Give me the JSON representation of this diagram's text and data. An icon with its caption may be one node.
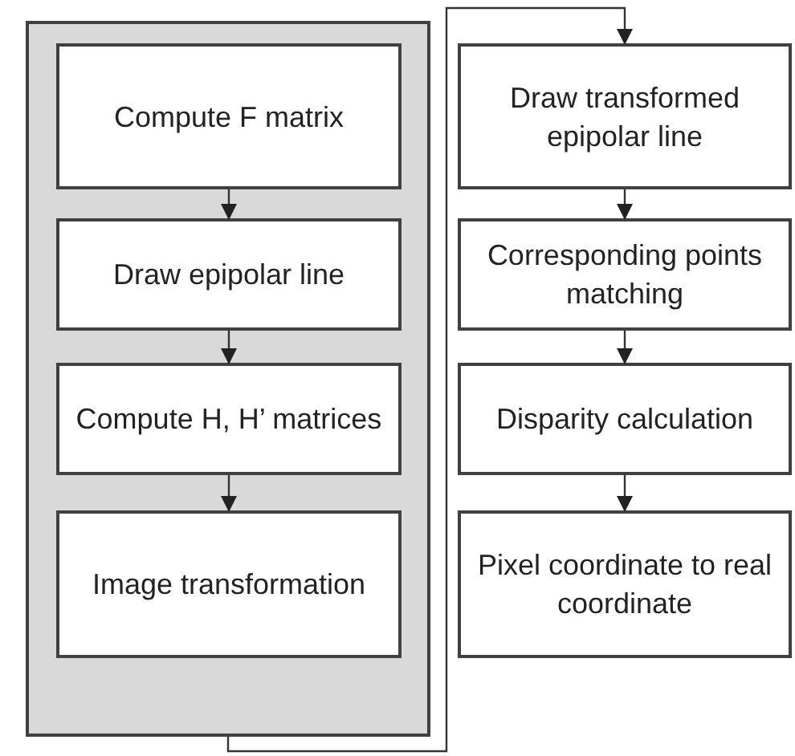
{
  "diagram": {
    "nodes": [
      {
        "text": [],
        "shape": "box"
      },
      {
        "text": [
          "Compute F matrix"
        ],
        "in": 0
      },
      {
        "text": [
          "Draw epipolar line"
        ],
        "in": 0
      },
      {
        "text": [
          "Compute H, H’ matrices"
        ],
        "in": 0
      },
      {
        "text": [
          "Image transformation"
        ],
        "in": 0
      },
      {
        "text": [
          "Draw transformed epipolar line"
        ]
      },
      {
        "text": [
          "Corresponding points matching"
        ]
      },
      {
        "text": [
          "Disparity calculation"
        ]
      },
      {
        "text": [
          "Pixel coordinate to real coordinate"
        ]
      }
    ],
    "edges": [
      {
        "from": 1,
        "to": 2,
        "arrow": "to"
      },
      {
        "from": 2,
        "to": 3,
        "arrow": "to"
      },
      {
        "from": 3,
        "to": 4,
        "arrow": "to"
      },
      {
        "from": 0,
        "to": 5,
        "arrow": "to"
      },
      {
        "from": 5,
        "to": 6,
        "arrow": "to"
      },
      {
        "from": 6,
        "to": 7,
        "arrow": "to"
      },
      {
        "from": 7,
        "to": 8,
        "arrow": "to"
      }
    ]
  }
}
